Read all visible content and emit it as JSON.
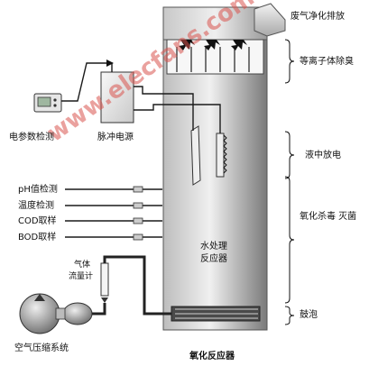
{
  "labels": {
    "exhaust": "废气净化排放",
    "plasma": "等离子体除臭",
    "liquid_discharge": "液中放电",
    "oxidation": "氧化杀毒 灭菌",
    "bubbling": "鼓泡",
    "electric_param": "电参数检测",
    "pulse_power": "脉冲电源",
    "ph": "pH值检测",
    "temperature": "温度检测",
    "cod": "COD取样",
    "bod": "BOD取样",
    "gas_flowmeter_line1": "气体",
    "gas_flowmeter_line2": "流量计",
    "water_treatment_line1": "水处理",
    "water_treatment_line2": "反应器",
    "air_compressor": "空气压缩系统",
    "oxidation_reactor": "氧化反应器"
  },
  "watermark": "www.elecfans.com",
  "colors": {
    "reactor_light": "#d7d7d7",
    "reactor_dark": "#8a8a8a",
    "line": "#1a1a1a",
    "watermark": "#d9534f"
  }
}
